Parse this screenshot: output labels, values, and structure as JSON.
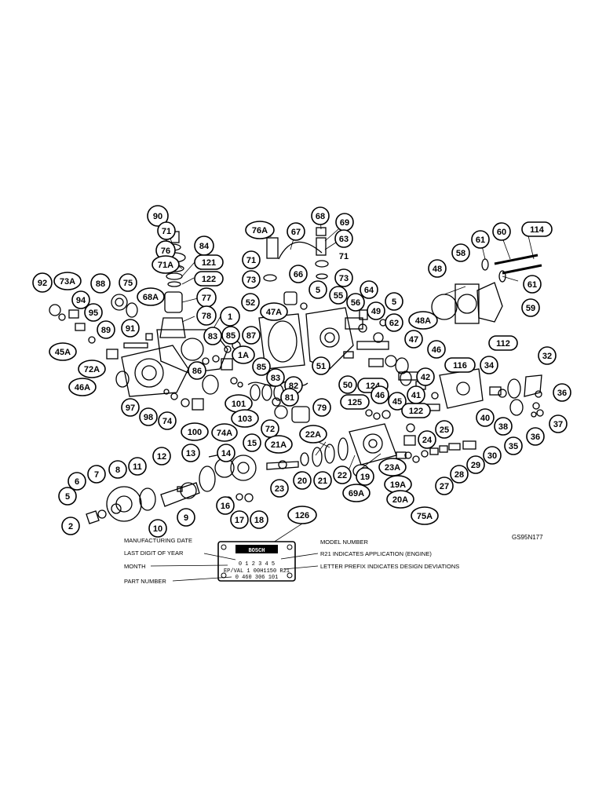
{
  "reference": "GS95N177",
  "callouts": [
    "90",
    "71",
    "76",
    "84",
    "71A",
    "121",
    "122",
    "77",
    "78",
    "1",
    "92",
    "73A",
    "88",
    "75",
    "68A",
    "94",
    "95",
    "89",
    "91",
    "45A",
    "72A",
    "46A",
    "83",
    "85",
    "87",
    "1A",
    "86",
    "85",
    "83",
    "82",
    "97",
    "98",
    "74",
    "100",
    "74A",
    "101",
    "103",
    "81",
    "79",
    "72",
    "76A",
    "67",
    "68",
    "69",
    "63",
    "71",
    "73",
    "73",
    "66",
    "5",
    "52",
    "47A",
    "55",
    "56",
    "64",
    "49",
    "5",
    "62",
    "48A",
    "47",
    "51",
    "50",
    "46",
    "116",
    "124",
    "42",
    "46",
    "45",
    "41",
    "122",
    "125",
    "25",
    "24",
    "48",
    "58",
    "61",
    "60",
    "114",
    "61",
    "59",
    "112",
    "34",
    "32",
    "36",
    "40",
    "38",
    "35",
    "36",
    "37",
    "22A",
    "21A",
    "20",
    "21",
    "22",
    "19",
    "69A",
    "23A",
    "19A",
    "20A",
    "75A",
    "23",
    "28",
    "27",
    "29",
    "30",
    "13",
    "14",
    "15",
    "12",
    "11",
    "8",
    "7",
    "6",
    "5",
    "2",
    "10",
    "9",
    "16",
    "17",
    "18",
    "126"
  ],
  "plate": {
    "brand": "BOSCH",
    "line1": "0 1 2 3 4 5",
    "line2": "EP/VAL 1 00H1150 R21",
    "line3": "0 460 306 101"
  },
  "legend": {
    "manufacturing_date": "MANUFACTURING DATE",
    "model_number": "MODEL NUMBER",
    "last_digit": "LAST DIGIT OF YEAR",
    "r21": "R21  INDICATES APPLICATION (ENGINE)",
    "month": "MONTH",
    "letter_prefix": "LETTER PREFIX INDICATES DESIGN DEVIATIONS",
    "part_number": "PART NUMBER"
  }
}
